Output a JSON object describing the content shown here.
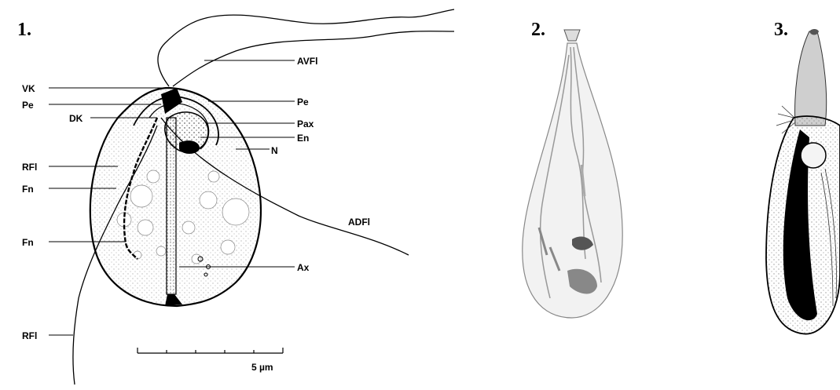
{
  "panels": [
    {
      "number": "1."
    },
    {
      "number": "2."
    },
    {
      "number": "3."
    }
  ],
  "labels": {
    "vk": "VK",
    "pe_left": "Pe",
    "dk": "DK",
    "rfl_upper": "RFl",
    "fn_upper": "Fn",
    "fn_lower": "Fn",
    "rfl_lower": "RFl",
    "avfl": "AVFl",
    "pe_right": "Pe",
    "pax": "Pax",
    "en": "En",
    "n": "N",
    "adfl": "ADFl",
    "ax": "Ax"
  },
  "scale_bar": {
    "label": "5 µm"
  },
  "colors": {
    "ink": "#000000",
    "stipple": "#333333",
    "panel2_wash": "#efefef"
  }
}
